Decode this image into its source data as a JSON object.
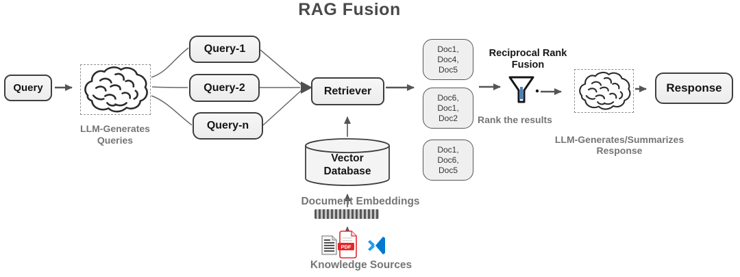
{
  "title": "RAG Fusion",
  "nodes": {
    "query": {
      "label": "Query"
    },
    "generated_queries": [
      {
        "label": "Query-1"
      },
      {
        "label": "Query-2"
      },
      {
        "label": "Query-n"
      }
    ],
    "retriever": {
      "label": "Retriever"
    },
    "vector_database": {
      "label": "Vector\nDatabase"
    },
    "response": {
      "label": "Response"
    }
  },
  "doc_results": [
    {
      "text": "Doc1,\nDoc4,\nDoc5"
    },
    {
      "text": "Doc6,\nDoc1,\nDoc2"
    },
    {
      "text": "Doc1,\nDoc6,\nDoc5"
    }
  ],
  "captions": {
    "llm_generates_queries": "LLM-Generates\nQueries",
    "reciprocal_rank_fusion": "Reciprocal Rank\nFusion",
    "rank_the_results": "Rank the results",
    "llm_generates_response": "LLM-Generates/Summarizes\nResponse",
    "document_embeddings": "Document Embeddings",
    "knowledge_sources": "Knowledge Sources"
  },
  "icons": {
    "pdf_label": "PDF",
    "names": [
      "brain-icon",
      "funnel-icon",
      "barcode-icon",
      "document-icon",
      "pdf-file-icon",
      "vscode-icon",
      "database-cylinder-icon"
    ]
  },
  "colors": {
    "box_fill": "#f2f2f2",
    "box_border": "#3d3d3d",
    "arrow_gray": "#555555",
    "caption_gray": "#757575",
    "funnel_blue": "#4a7ebb",
    "pdf_red": "#e5252a",
    "vscode_blue_dark": "#0078d4",
    "vscode_blue_light": "#1f9cf0"
  }
}
